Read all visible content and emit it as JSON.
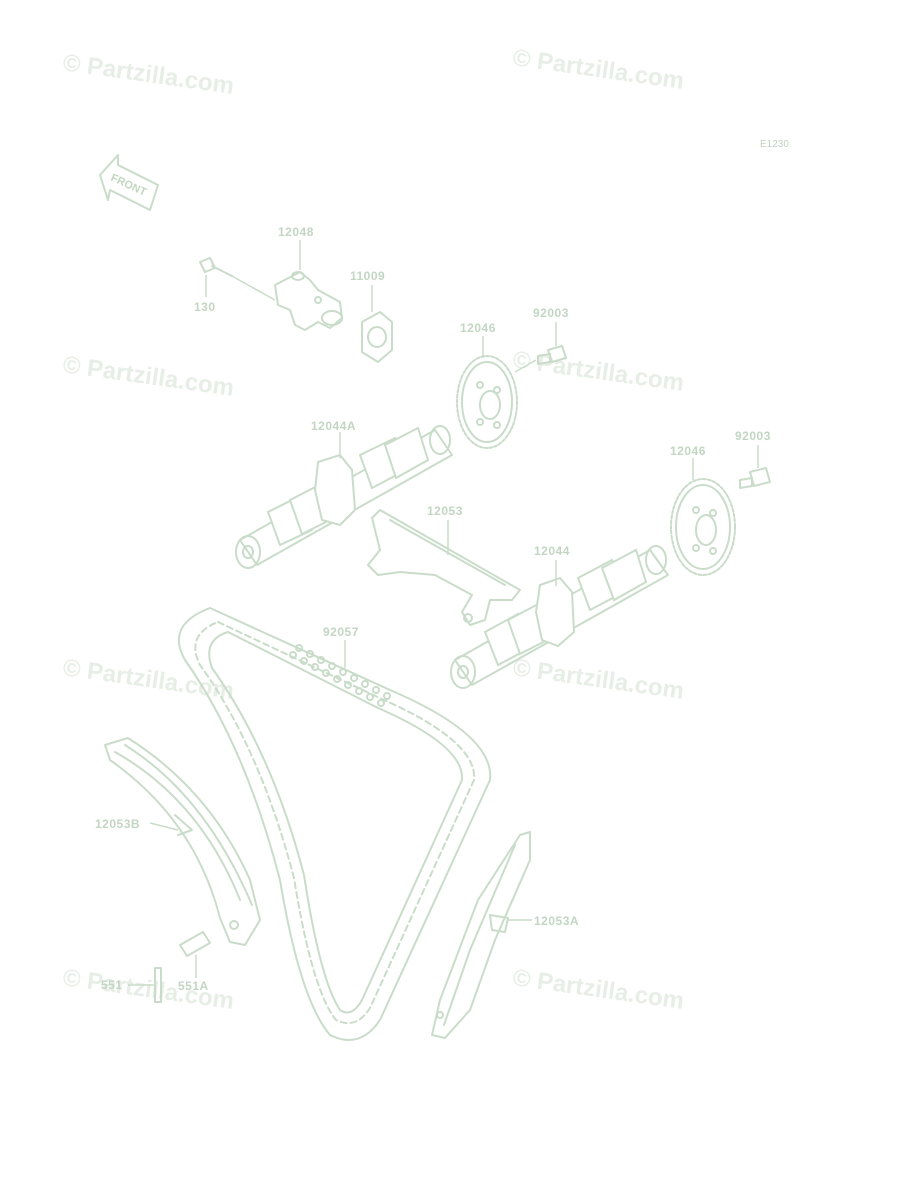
{
  "diagram_code": "E1230",
  "front_indicator": "FRONT",
  "watermark": "© Partzilla.com",
  "parts": {
    "p12048": "12048",
    "p11009": "11009",
    "p130": "130",
    "p12046_upper": "12046",
    "p92003_upper": "92003",
    "p12044A": "12044A",
    "p12053": "12053",
    "p12046_lower": "12046",
    "p92003_lower": "92003",
    "p12044": "12044",
    "p92057": "92057",
    "p12053B": "12053B",
    "p12053A": "12053A",
    "p551": "551",
    "p551A": "551A"
  }
}
